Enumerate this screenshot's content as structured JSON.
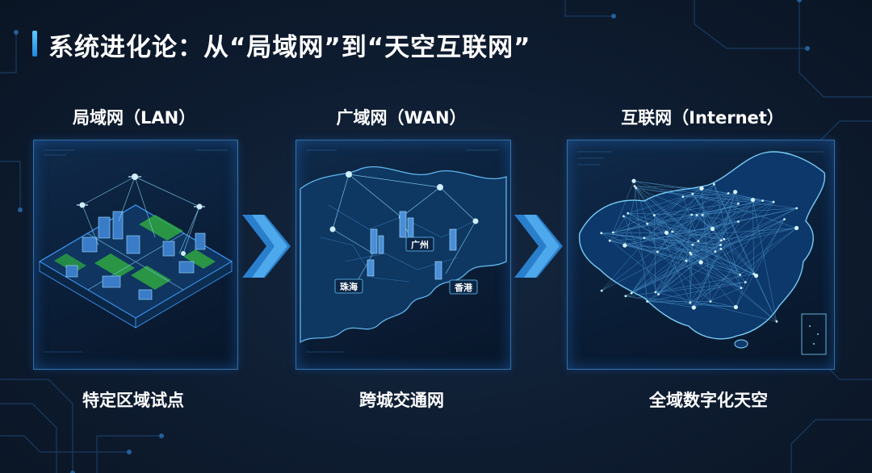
{
  "title": "系统进化论：从“局域网”到“天空互联网”",
  "stages": [
    {
      "heading": "局域网（LAN）",
      "caption": "特定区域试点"
    },
    {
      "heading": "广域网（WAN）",
      "caption": "跨城交通网"
    },
    {
      "heading": "互联网（Internet）",
      "caption": "全域数字化天空"
    }
  ],
  "map_labels": {
    "guangzhou": "广州",
    "zhuhai": "珠海",
    "hongkong": "香港"
  },
  "colors": {
    "accent": "#3aa0ff",
    "glow": "#5cc8ff",
    "green": "#3fc24a",
    "background": "#0d1a2c"
  }
}
